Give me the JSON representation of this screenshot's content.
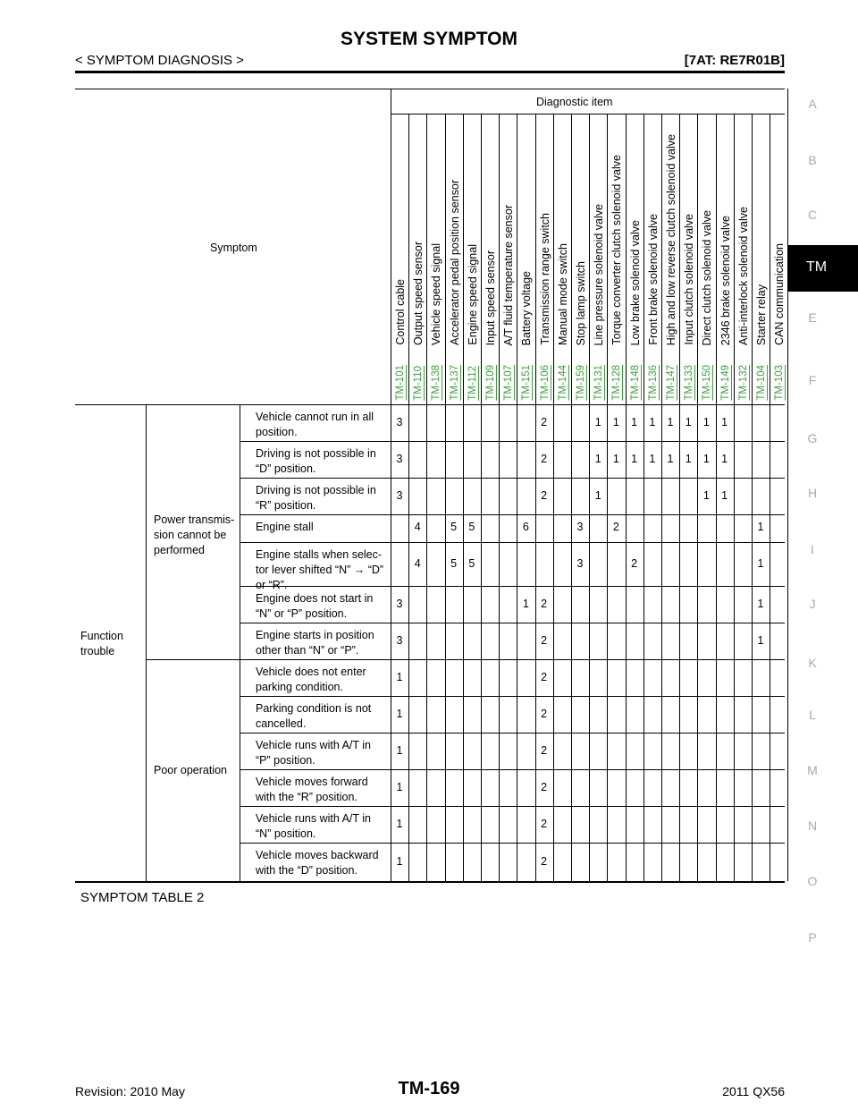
{
  "header": {
    "title": "SYSTEM SYMPTOM",
    "section": "< SYMPTOM DIAGNOSIS >",
    "model": "[7AT: RE7R01B]"
  },
  "side_index": {
    "letters": [
      "A",
      "B",
      "C",
      "E",
      "F",
      "G",
      "H",
      "I",
      "J",
      "K",
      "L",
      "M",
      "N",
      "O",
      "P"
    ],
    "active": "TM"
  },
  "table": {
    "symptom_header": "Symptom",
    "diagnostic_header": "Diagnostic item",
    "items": [
      {
        "label": "Control cable",
        "ref": "TM-101"
      },
      {
        "label": "Output speed sensor",
        "ref": "TM-110"
      },
      {
        "label": "Vehicle speed signal",
        "ref": "TM-138"
      },
      {
        "label": "Accelerator pedal position sensor",
        "ref": "TM-137"
      },
      {
        "label": "Engine speed signal",
        "ref": "TM-112"
      },
      {
        "label": "Input speed sensor",
        "ref": "TM-109"
      },
      {
        "label": "A/T fluid temperature sensor",
        "ref": "TM-107"
      },
      {
        "label": "Battery voltage",
        "ref": "TM-151"
      },
      {
        "label": "Transmission range switch",
        "ref": "TM-106"
      },
      {
        "label": "Manual mode switch",
        "ref": "TM-144"
      },
      {
        "label": "Stop lamp switch",
        "ref": "TM-159"
      },
      {
        "label": "Line pressure solenoid valve",
        "ref": "TM-131"
      },
      {
        "label": "Torque converter clutch solenoid valve",
        "ref": "TM-128"
      },
      {
        "label": "Low brake solenoid valve",
        "ref": "TM-148"
      },
      {
        "label": "Front brake solenoid valve",
        "ref": "TM-136"
      },
      {
        "label": "High and low reverse clutch solenoid valve",
        "ref": "TM-147"
      },
      {
        "label": "Input clutch solenoid valve",
        "ref": "TM-133"
      },
      {
        "label": "Direct clutch solenoid valve",
        "ref": "TM-150"
      },
      {
        "label": "2346 brake solenoid valve",
        "ref": "TM-149"
      },
      {
        "label": "Anti-interlock solenoid valve",
        "ref": "TM-132"
      },
      {
        "label": "Starter relay",
        "ref": "TM-104"
      },
      {
        "label": "CAN communication",
        "ref": "TM-103"
      }
    ],
    "category": "Function trouble",
    "groups": [
      {
        "name": "Power transmis- sion cannot be performed"
      },
      {
        "name": "Poor operation"
      }
    ],
    "rows": [
      {
        "symptom": "Vehicle cannot run in all position.",
        "values": [
          "3",
          "",
          "",
          "",
          "",
          "",
          "",
          "",
          "2",
          "",
          "",
          "1",
          "1",
          "1",
          "1",
          "1",
          "1",
          "1",
          "1",
          "",
          "",
          ""
        ]
      },
      {
        "symptom": "Driving is not possible in “D” position.",
        "values": [
          "3",
          "",
          "",
          "",
          "",
          "",
          "",
          "",
          "2",
          "",
          "",
          "1",
          "1",
          "1",
          "1",
          "1",
          "1",
          "1",
          "1",
          "",
          "",
          ""
        ]
      },
      {
        "symptom": "Driving is not possible in “R” position.",
        "values": [
          "3",
          "",
          "",
          "",
          "",
          "",
          "",
          "",
          "2",
          "",
          "",
          "1",
          "",
          "",
          "",
          "",
          "",
          "1",
          "1",
          "",
          "",
          ""
        ]
      },
      {
        "symptom": "Engine stall",
        "values": [
          "",
          "4",
          "",
          "5",
          "5",
          "",
          "",
          "6",
          "",
          "",
          "3",
          "",
          "2",
          "",
          "",
          "",
          "",
          "",
          "",
          "",
          "1",
          ""
        ]
      },
      {
        "symptom": "Engine stalls when selec- tor lever shifted “N” → “D” or “R”.",
        "values": [
          "",
          "4",
          "",
          "5",
          "5",
          "",
          "",
          "",
          "",
          "",
          "3",
          "",
          "",
          "2",
          "",
          "",
          "",
          "",
          "",
          "",
          "1",
          ""
        ]
      },
      {
        "symptom": "Engine does not start in “N” or “P” position.",
        "values": [
          "3",
          "",
          "",
          "",
          "",
          "",
          "",
          "1",
          "2",
          "",
          "",
          "",
          "",
          "",
          "",
          "",
          "",
          "",
          "",
          "",
          "1",
          ""
        ]
      },
      {
        "symptom": "Engine starts in position other than “N” or “P”.",
        "values": [
          "3",
          "",
          "",
          "",
          "",
          "",
          "",
          "",
          "2",
          "",
          "",
          "",
          "",
          "",
          "",
          "",
          "",
          "",
          "",
          "",
          "1",
          ""
        ]
      },
      {
        "symptom": "Vehicle does not enter parking condition.",
        "values": [
          "1",
          "",
          "",
          "",
          "",
          "",
          "",
          "",
          "2",
          "",
          "",
          "",
          "",
          "",
          "",
          "",
          "",
          "",
          "",
          "",
          "",
          ""
        ]
      },
      {
        "symptom": "Parking condition is not cancelled.",
        "values": [
          "1",
          "",
          "",
          "",
          "",
          "",
          "",
          "",
          "2",
          "",
          "",
          "",
          "",
          "",
          "",
          "",
          "",
          "",
          "",
          "",
          "",
          ""
        ]
      },
      {
        "symptom": "Vehicle runs with A/T in “P” position.",
        "values": [
          "1",
          "",
          "",
          "",
          "",
          "",
          "",
          "",
          "2",
          "",
          "",
          "",
          "",
          "",
          "",
          "",
          "",
          "",
          "",
          "",
          "",
          ""
        ]
      },
      {
        "symptom": "Vehicle moves forward with the “R” position.",
        "values": [
          "1",
          "",
          "",
          "",
          "",
          "",
          "",
          "",
          "2",
          "",
          "",
          "",
          "",
          "",
          "",
          "",
          "",
          "",
          "",
          "",
          "",
          ""
        ]
      },
      {
        "symptom": "Vehicle runs with A/T in “N” position.",
        "values": [
          "1",
          "",
          "",
          "",
          "",
          "",
          "",
          "",
          "2",
          "",
          "",
          "",
          "",
          "",
          "",
          "",
          "",
          "",
          "",
          "",
          "",
          ""
        ]
      },
      {
        "symptom": "Vehicle moves backward with the “D” position.",
        "values": [
          "1",
          "",
          "",
          "",
          "",
          "",
          "",
          "",
          "2",
          "",
          "",
          "",
          "",
          "",
          "",
          "",
          "",
          "",
          "",
          "",
          "",
          ""
        ]
      }
    ]
  },
  "caption": "SYMPTOM TABLE 2",
  "footer": {
    "revision": "Revision: 2010 May",
    "page": "TM-169",
    "model": "2011 QX56"
  }
}
